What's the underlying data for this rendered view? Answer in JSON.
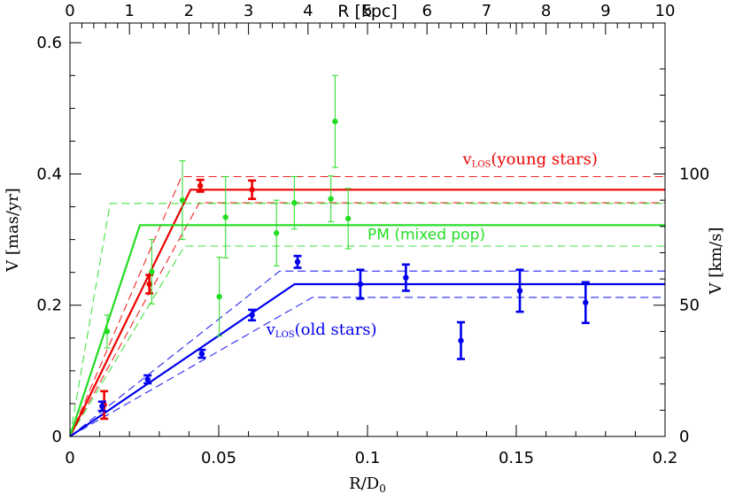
{
  "chart_data": {
    "type": "line",
    "xlabel_bottom": "R/D",
    "xlabel_bottom_sub": "0",
    "xlabel_top": "R [kpc]",
    "ylabel_left": "V [mas/yr]",
    "ylabel_right": "V [km/s]",
    "xlim": [
      0,
      0.2
    ],
    "ylim": [
      0,
      0.63
    ],
    "xlim_top": [
      0,
      10
    ],
    "ylim_right_per_unit": 250,
    "xticks_bottom": [
      0,
      0.05,
      0.1,
      0.15,
      0.2
    ],
    "xticks_top": [
      0,
      1,
      2,
      3,
      4,
      5,
      6,
      7,
      8,
      9,
      10
    ],
    "yticks_left": [
      0,
      0.2,
      0.4,
      0.6
    ],
    "yticks_right": [
      0,
      50,
      100
    ],
    "grid": false,
    "colors": {
      "red": "#ee0000",
      "green": "#22dd22",
      "blue": "#0000ee",
      "axis": "#000000"
    },
    "annotations": [
      {
        "main": "v",
        "sub": "LOS",
        "rest": "(young stars)",
        "x": 0.132,
        "y": 0.415,
        "color": "red"
      },
      {
        "main": "PM (mixed pop)",
        "sub": "",
        "rest": "",
        "x": 0.1,
        "y": 0.3,
        "color": "green"
      },
      {
        "main": "v",
        "sub": "LOS",
        "rest": "(old stars)",
        "x": 0.066,
        "y": 0.155,
        "color": "blue"
      }
    ],
    "series": [
      {
        "color": "red",
        "model": [
          [
            0,
            0
          ],
          [
            0.0405,
            0.376
          ],
          [
            0.2,
            0.376
          ]
        ],
        "bounds": [
          [
            [
              0,
              0
            ],
            [
              0.0375,
              0.396
            ],
            [
              0.2,
              0.396
            ]
          ],
          [
            [
              0,
              0
            ],
            [
              0.0435,
              0.356
            ],
            [
              0.2,
              0.356
            ]
          ]
        ],
        "points": [
          {
            "x": 0.0115,
            "y": 0.048,
            "err": 0.021
          },
          {
            "x": 0.0267,
            "y": 0.232,
            "err": 0.014
          },
          {
            "x": 0.0438,
            "y": 0.382,
            "err": 0.009
          },
          {
            "x": 0.0612,
            "y": 0.376,
            "err": 0.014
          }
        ]
      },
      {
        "color": "green",
        "model": [
          [
            0,
            0
          ],
          [
            0.0235,
            0.322
          ],
          [
            0.2,
            0.322
          ]
        ],
        "bounds": [
          [
            [
              0,
              0
            ],
            [
              0.0135,
              0.355
            ],
            [
              0.2,
              0.355
            ]
          ],
          [
            [
              0,
              0
            ],
            [
              0.0385,
              0.29
            ],
            [
              0.2,
              0.29
            ]
          ]
        ],
        "points": [
          {
            "x": 0.0125,
            "y": 0.16,
            "err": 0.025
          },
          {
            "x": 0.0275,
            "y": 0.251,
            "err": 0.049
          },
          {
            "x": 0.0378,
            "y": 0.36,
            "err": 0.06
          },
          {
            "x": 0.0502,
            "y": 0.213,
            "err": 0.06
          },
          {
            "x": 0.0523,
            "y": 0.334,
            "err": 0.062
          },
          {
            "x": 0.0694,
            "y": 0.31,
            "err": 0.05
          },
          {
            "x": 0.0754,
            "y": 0.356,
            "err": 0.04
          },
          {
            "x": 0.0877,
            "y": 0.362,
            "err": 0.035
          },
          {
            "x": 0.0891,
            "y": 0.48,
            "err": 0.07
          },
          {
            "x": 0.0935,
            "y": 0.332,
            "err": 0.046
          }
        ]
      },
      {
        "color": "blue",
        "model": [
          [
            0,
            0
          ],
          [
            0.0755,
            0.232
          ],
          [
            0.2,
            0.232
          ]
        ],
        "bounds": [
          [
            [
              0,
              0
            ],
            [
              0.0705,
              0.252
            ],
            [
              0.2,
              0.252
            ]
          ],
          [
            [
              0,
              0
            ],
            [
              0.0815,
              0.212
            ],
            [
              0.2,
              0.212
            ]
          ]
        ],
        "points": [
          {
            "x": 0.0108,
            "y": 0.046,
            "err": 0.007
          },
          {
            "x": 0.0261,
            "y": 0.087,
            "err": 0.006
          },
          {
            "x": 0.0443,
            "y": 0.126,
            "err": 0.006
          },
          {
            "x": 0.0612,
            "y": 0.185,
            "err": 0.008
          },
          {
            "x": 0.0765,
            "y": 0.266,
            "err": 0.009
          },
          {
            "x": 0.0976,
            "y": 0.232,
            "err": 0.022
          },
          {
            "x": 0.1129,
            "y": 0.242,
            "err": 0.02
          },
          {
            "x": 0.1314,
            "y": 0.146,
            "err": 0.028
          },
          {
            "x": 0.1512,
            "y": 0.222,
            "err": 0.032
          },
          {
            "x": 0.1733,
            "y": 0.204,
            "err": 0.031
          }
        ]
      }
    ]
  }
}
